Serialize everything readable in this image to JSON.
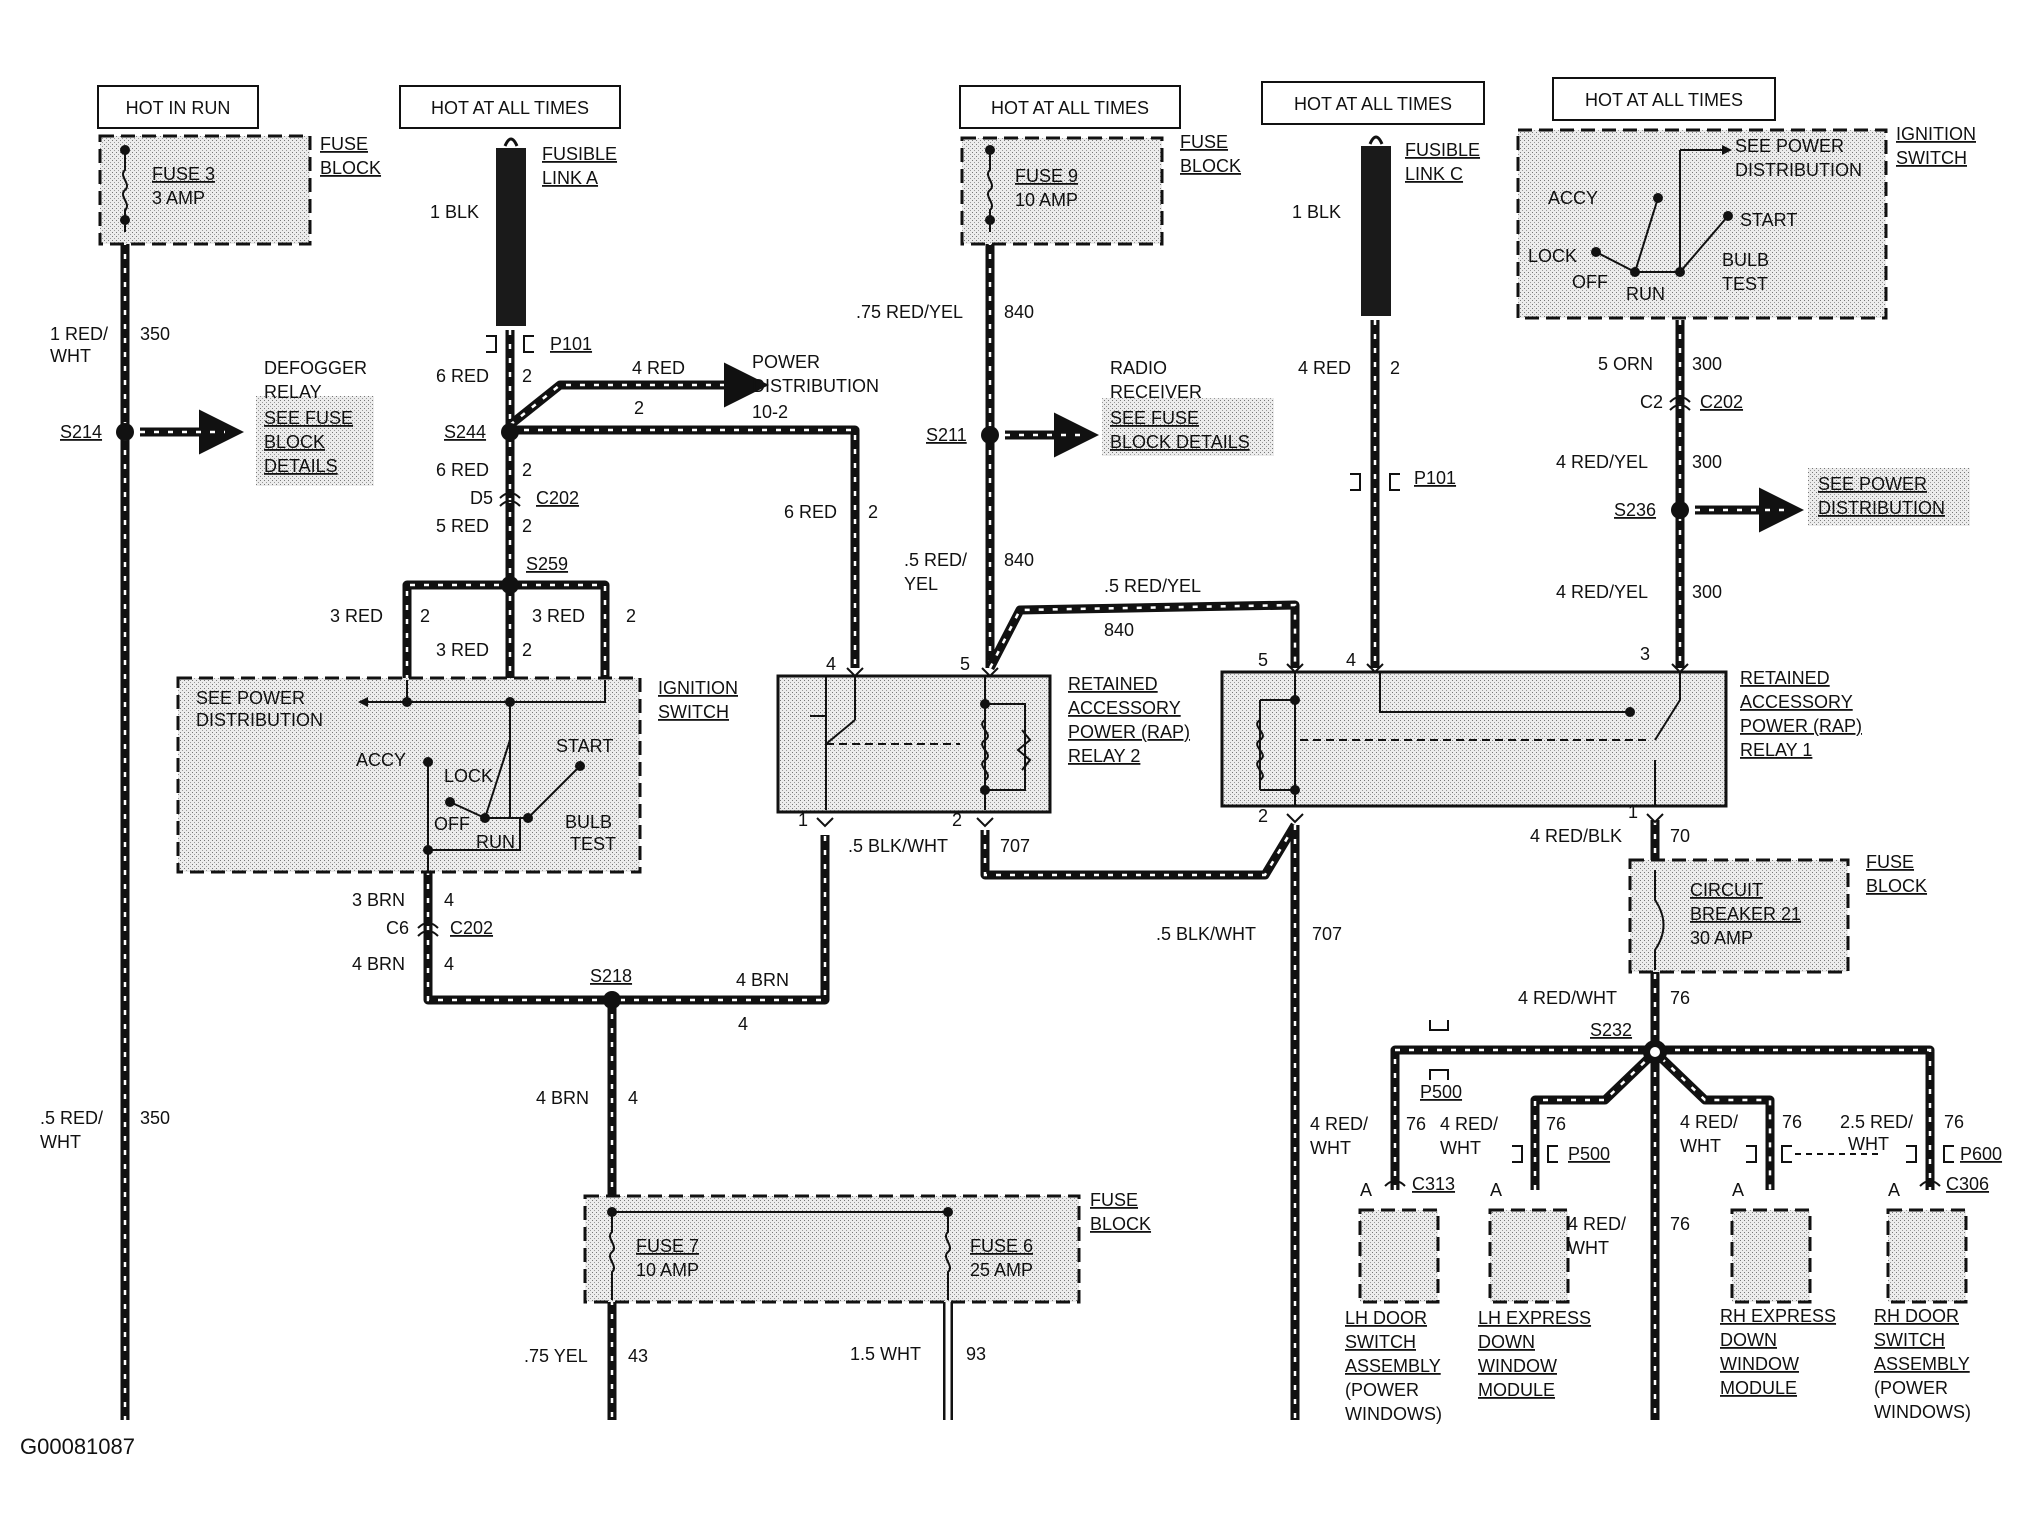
{
  "diagram_id": "G00081087",
  "headers": {
    "hot_in_run": "HOT IN RUN",
    "hot_all_1": "HOT AT ALL TIMES",
    "hot_all_2": "HOT AT ALL TIMES",
    "hot_all_3": "HOT AT ALL TIMES",
    "hot_all_4": "HOT AT ALL TIMES"
  },
  "fuse3": {
    "name": "FUSE 3",
    "rating": "3 AMP",
    "block_1": "FUSE",
    "block_2": "BLOCK"
  },
  "fuse9": {
    "name": "FUSE 9",
    "rating": "10 AMP",
    "block_1": "FUSE",
    "block_2": "BLOCK"
  },
  "fuse7": {
    "name": "FUSE 7",
    "rating": "10 AMP"
  },
  "fuse6": {
    "name": "FUSE 6",
    "rating": "25 AMP"
  },
  "fuse_block_bottom": {
    "line1": "FUSE",
    "line2": "BLOCK"
  },
  "cb21": {
    "line1": "CIRCUIT",
    "line2": "BREAKER 21",
    "line3": "30 AMP",
    "block_1": "FUSE",
    "block_2": "BLOCK"
  },
  "fusible_a": {
    "line1": "FUSIBLE",
    "line2": "LINK A"
  },
  "fusible_c": {
    "line1": "FUSIBLE",
    "line2": "LINK C"
  },
  "ign_left": {
    "title_1": "IGNITION",
    "title_2": "SWITCH",
    "see_1": "SEE POWER",
    "see_2": "DISTRIBUTION",
    "accy": "ACCY",
    "lock": "LOCK",
    "off": "OFF",
    "run": "RUN",
    "start": "START",
    "bulb": "BULB",
    "test": "TEST"
  },
  "ign_right": {
    "title_1": "IGNITION",
    "title_2": "SWITCH",
    "see_1": "SEE POWER",
    "see_2": "DISTRIBUTION",
    "accy": "ACCY",
    "lock": "LOCK",
    "off": "OFF",
    "run": "RUN",
    "start": "START",
    "bulb": "BULB",
    "test": "TEST"
  },
  "rap2": {
    "line1": "RETAINED",
    "line2": "ACCESSORY",
    "line3": "POWER (RAP)",
    "line4": "RELAY 2"
  },
  "rap1": {
    "line1": "RETAINED",
    "line2": "ACCESSORY",
    "line3": "POWER (RAP)",
    "line4": "RELAY 1"
  },
  "defogger": {
    "line1": "DEFOGGER",
    "line2": "RELAY",
    "see1": "SEE FUSE",
    "see2": "BLOCK",
    "see3": "DETAILS"
  },
  "radio": {
    "line1": "RADIO",
    "line2": "RECEIVER",
    "see1": "SEE FUSE",
    "see2": "BLOCK DETAILS"
  },
  "power_dist": {
    "line1": "POWER",
    "line2": "DISTRIBUTION",
    "line3": "10-2"
  },
  "see_power_dist_right": {
    "line1": "SEE POWER",
    "line2": "DISTRIBUTION"
  },
  "splices": {
    "s214": "S214",
    "s244": "S244",
    "s259": "S259",
    "s211": "S211",
    "s218": "S218",
    "s236": "S236",
    "s232": "S232"
  },
  "connectors": {
    "p101a": "P101",
    "p101b": "P101",
    "c202a": "C202",
    "d5": "D5",
    "c202b": "C202",
    "c6": "C6",
    "c202c": "C202",
    "c2": "C2",
    "p500a": "P500",
    "p500b": "P500",
    "p600": "P600",
    "c313": "C313",
    "c306": "C306",
    "a1": "A",
    "a2": "A",
    "a3": "A",
    "a4": "A"
  },
  "wires": {
    "w1red": "1 RED/",
    "w1red2": "WHT",
    "w350a": "350",
    "w5red": ".5 RED/",
    "w5red2": "WHT",
    "w350b": "350",
    "w1blk": "1 BLK",
    "w6red": "6 RED",
    "w2a": "2",
    "w4red_pd": "4 RED",
    "w2pd": "2",
    "w6red2": "6 RED",
    "w2b": "2",
    "w5red_b": "5 RED",
    "w2c": "2",
    "w3red_l": "3 RED",
    "w2d": "2",
    "w3red_c": "3 RED",
    "w2e": "2",
    "w3red_r": "3 RED",
    "w2f": "2",
    "w6red3": "6 RED",
    "w2g": "2",
    "w3brn": "3 BRN",
    "w4a": "4",
    "w4brn": "4 BRN",
    "w4b": "4",
    "w4brn2": "4 BRN",
    "w4c": "4",
    "w4brn3": "4 BRN",
    "w4d": "4",
    "w75yel": ".75 YEL",
    "w43": "43",
    "w15wht": "1.5 WHT",
    "w93": "93",
    "w75ry": ".75 RED/YEL",
    "w840a": "840",
    "w5ry": ".5 RED/",
    "w5ry2": "YEL",
    "w840b": "840",
    "w5ry_top": ".5 RED/YEL",
    "w840c": "840",
    "w5bw": ".5 BLK/WHT",
    "w707a": "707",
    "w5bw2": ".5 BLK/WHT",
    "w707b": "707",
    "w1blk2": "1 BLK",
    "w4red_c": "4 RED",
    "w2h": "2",
    "w5orn": "5 ORN",
    "w300a": "300",
    "w4ry": "4 RED/YEL",
    "w300b": "300",
    "w4ry2": "4 RED/YEL",
    "w300c": "300",
    "w4rb": "4 RED/BLK",
    "w70": "70",
    "w4rw": "4 RED/WHT",
    "w76a": "76",
    "w4rw_l": "4 RED/",
    "w4rw_l2": "WHT",
    "w76b": "76",
    "w4rw_lx": "4 RED/",
    "w4rw_lx2": "WHT",
    "w76c": "76",
    "w4rw_c": "4 RED/",
    "w4rw_c2": "WHT",
    "w76d": "76",
    "w4rw_rx": "4 RED/",
    "w4rw_rx2": "WHT",
    "w76e": "76",
    "w25rw": "2.5 RED/",
    "w25rw2": "WHT",
    "w76f": "76"
  },
  "pins": {
    "rap2_4": "4",
    "rap2_5": "5",
    "rap2_1": "1",
    "rap2_2": "2",
    "rap1_5": "5",
    "rap1_4": "4",
    "rap1_3": "3",
    "rap1_2": "2",
    "rap1_1": "1"
  },
  "modules": {
    "lh_door": [
      "LH DOOR",
      "SWITCH",
      "ASSEMBLY",
      "(POWER",
      "WINDOWS)"
    ],
    "lh_express": [
      "LH EXPRESS",
      "DOWN",
      "WINDOW",
      "MODULE"
    ],
    "rh_express": [
      "RH EXPRESS",
      "DOWN",
      "WINDOW",
      "MODULE"
    ],
    "rh_door": [
      "RH DOOR",
      "SWITCH",
      "ASSEMBLY",
      "(POWER",
      "WINDOWS)"
    ]
  }
}
